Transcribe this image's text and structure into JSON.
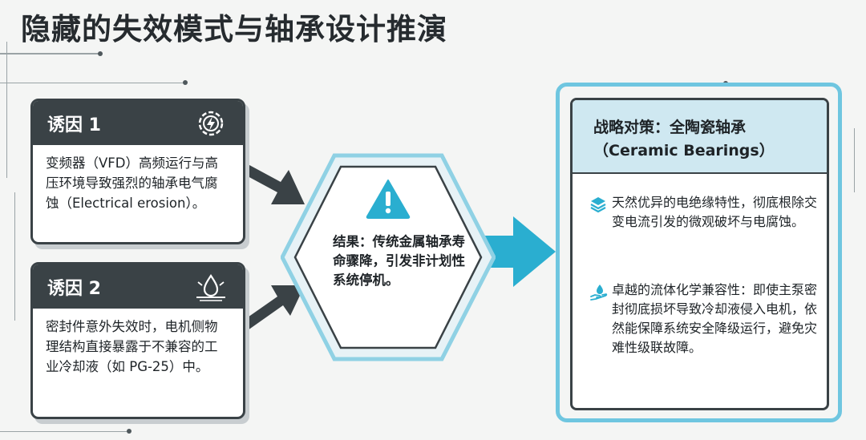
{
  "title": "隐藏的失效模式与轴承设计推演",
  "causes": [
    {
      "title": "诱因 1",
      "icon": "lightning-gear-icon",
      "text": "变频器（VFD）高频运行与高压环境导致强烈的轴承电气腐蚀（Electrical erosion）。"
    },
    {
      "title": "诱因 2",
      "icon": "liquid-droplet-icon",
      "text": "密封件意外失效时，电机侧物理结构直接暴露于不兼容的工业冷却液（如 PG-25）中。"
    }
  ],
  "result": {
    "icon": "warning-icon",
    "text": "结果：传统金属轴承寿命骤降，引发非计划性系统停机。"
  },
  "strategy": {
    "title_line1": "战略对策：全陶瓷轴承",
    "title_line2": "（Ceramic Bearings）",
    "points": [
      {
        "icon": "layers-icon",
        "text": "天然优异的电绝缘特性，彻底根除交变电流引发的微观破坏与电腐蚀。"
      },
      {
        "icon": "hand-droplet-icon",
        "text": "卓越的流体化学兼容性：即使主泵密封彻底损坏导致冷却液侵入电机，依然能保障系统安全降级运行，避免灾难性级联故障。"
      }
    ]
  },
  "colors": {
    "dark": "#3a4246",
    "accent": "#2aaed0",
    "accent_light": "#cfe8f1",
    "warning": "#2aaed0"
  }
}
